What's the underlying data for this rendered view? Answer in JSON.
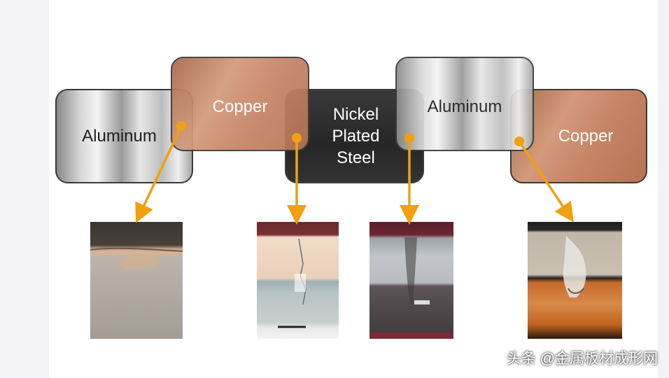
{
  "plates": {
    "aluminum_left": "Aluminum",
    "copper_left": "Copper",
    "steel_line1": "Nickel",
    "steel_line2": "Plated",
    "steel_line3": "Steel",
    "aluminum_right": "Aluminum",
    "copper_right": "Copper"
  },
  "colors": {
    "arrow": "#f0a010",
    "plate_border": "#3b3b3b"
  },
  "photos": [
    {
      "name": "aluminum-copper-weld-cross-section"
    },
    {
      "name": "copper-steel-weld-cross-section"
    },
    {
      "name": "steel-aluminum-weld-cross-section"
    },
    {
      "name": "aluminum-copper-weld-cross-section-right"
    }
  ],
  "watermark": "头条 @金属板材成形网"
}
